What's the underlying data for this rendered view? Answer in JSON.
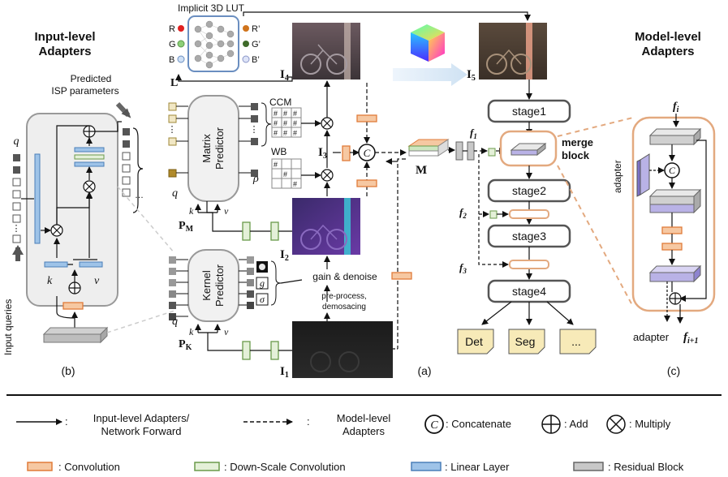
{
  "panels": {
    "left_title": "Input-level Adapters",
    "left_title_line1": "Input-level",
    "left_title_line2": "Adapters",
    "right_title_line1": "Model-level",
    "right_title_line2": "Adapters",
    "label_a": "(a)",
    "label_b": "(b)",
    "label_c": "(c)"
  },
  "panel_b": {
    "predicted_line1": "Predicted",
    "predicted_line2": "ISP parameters",
    "q": "q",
    "k": "k",
    "v": "v",
    "input_queries": "Input queries",
    "ellipsis_v": "⋮",
    "ellipsis_h": "…"
  },
  "panel_a": {
    "lut_title": "Implicit 3D LUT",
    "rgb_in": [
      "R",
      "G",
      "B"
    ],
    "rgb_out": [
      "R’",
      "G’",
      "B’"
    ],
    "L": "L",
    "I4": "I",
    "I4_sub": "4",
    "I5": "I",
    "I5_sub": "5",
    "I3": "I",
    "I3_sub": "3",
    "I2": "I",
    "I2_sub": "2",
    "I1": "I",
    "I1_sub": "1",
    "ccm": "CCM",
    "wb": "WB",
    "rho": "ρ",
    "hash": "#",
    "matrix_predictor_line1": "Matrix",
    "matrix_predictor_line2": "Predictor",
    "kernel_predictor_line1": "Kernel",
    "kernel_predictor_line2": "Predictor",
    "PM": "P",
    "PM_sub": "M",
    "PK": "P",
    "PK_sub": "K",
    "q": "q",
    "k": "k",
    "v": "v",
    "g": "g",
    "sigma": "σ",
    "gain_denoise": "gain & denoise",
    "preprocess_line1": "pre-process,",
    "preprocess_line2": "demosacing",
    "M": "M",
    "f1": "f",
    "f1_sub": "1",
    "f2": "f",
    "f2_sub": "2",
    "f3": "f",
    "f3_sub": "3",
    "concat_c": "C",
    "merge_line1": "merge",
    "merge_line2": "block",
    "stages": [
      "stage1",
      "stage2",
      "stage3",
      "stage4"
    ],
    "heads": [
      "Det",
      "Seg",
      "..."
    ]
  },
  "panel_c": {
    "fi": "f",
    "fi_sub": "i",
    "fi1": "f",
    "fi1_sub": "i+1",
    "adapter_side": "adapter",
    "adapter_bottom": "adapter",
    "concat_c": "C"
  },
  "legend": {
    "solid_line1": "Input-level Adapters/",
    "solid_line2": "Network Forward",
    "dashed_line1": "Model-level",
    "dashed_line2": "Adapters",
    "colon": ":",
    "concat_symbol": "C",
    "concatenate": ": Concatenate",
    "add": ": Add",
    "multiply": ": Multiply",
    "convolution": ": Convolution",
    "downscale": ": Down-Scale Convolution",
    "linear": ":  Linear Layer",
    "residual": ": Residual Block"
  },
  "colors": {
    "orange_fill": "#f6c8a2",
    "orange_stroke": "#e07b39",
    "green_fill": "#e4f0d8",
    "green_stroke": "#6a9a4a",
    "blue_fill": "#9ec3e8",
    "blue_stroke": "#4a7fb8",
    "gray_fill": "#c8c8c8",
    "purple_fill": "#b9b2e6",
    "tan_fill": "#f1e7c4",
    "panel_b_bg": "#eeeeee",
    "panel_c_stroke": "#e3a97f"
  }
}
